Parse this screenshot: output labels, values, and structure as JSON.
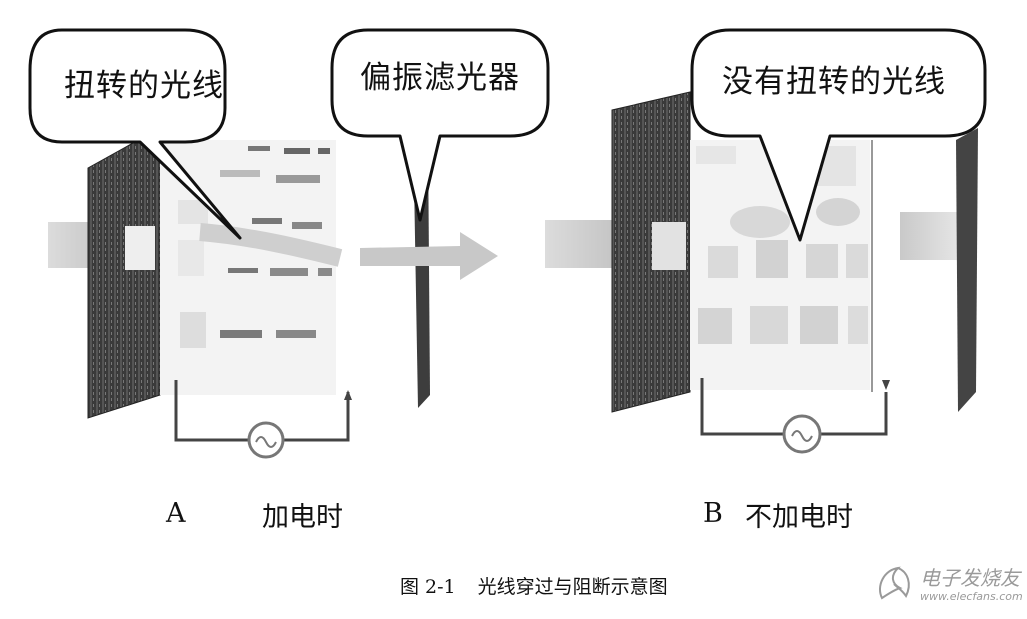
{
  "bubbles": {
    "twisted_light": "扭转的光线",
    "polarizer": "偏振滤光器",
    "untwisted_light": "没有扭转的光线"
  },
  "panels": {
    "a_letter": "A",
    "a_state": "加电时",
    "b_letter": "B",
    "b_state": "不加电时"
  },
  "caption": {
    "number": "图 2-1",
    "title": "光线穿过与阻断示意图"
  },
  "watermark": {
    "name": "电子发烧友",
    "url": "www.elecfans.com"
  }
}
